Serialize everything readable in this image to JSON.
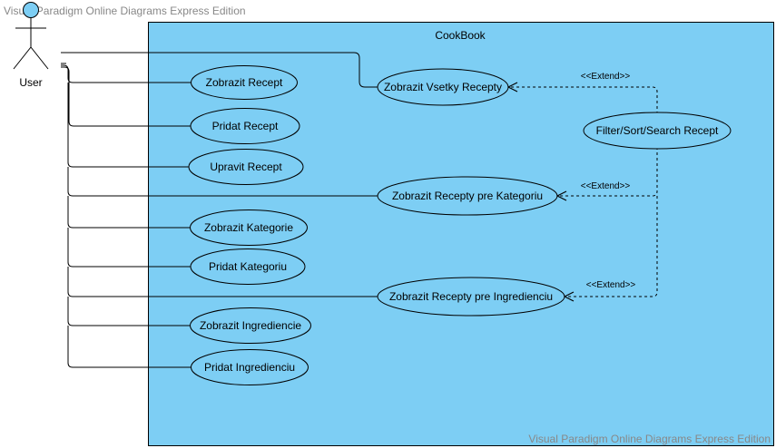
{
  "watermark_top": "Visual Paradigm Online Diagrams Express Edition",
  "watermark_bottom": "Visual Paradigm Online Diagrams Express Edition",
  "actor": {
    "label": "User"
  },
  "system": {
    "title": "CookBook"
  },
  "use_cases": [
    "Zobrazit Recept",
    "Pridat Recept",
    "Upravit Recept",
    "Zobrazit Kategorie",
    "Pridat Kategoriu",
    "Zobrazit Ingrediencie",
    "Pridat Ingredienciu",
    "Zobrazit Vsetky Recepty",
    "Zobrazit Recepty pre Kategoriu",
    "Zobrazit Recepty pre Ingredienciu",
    "Filter/Sort/Search Recept"
  ],
  "extend_labels": [
    "<<Extend>>",
    "<<Extend>>",
    "<<Extend>>"
  ],
  "colors": {
    "system_fill": "#7dcef4",
    "system_stroke": "#000000",
    "actor_head_fill": "#7dcef4",
    "watermark_text": "#888888"
  }
}
